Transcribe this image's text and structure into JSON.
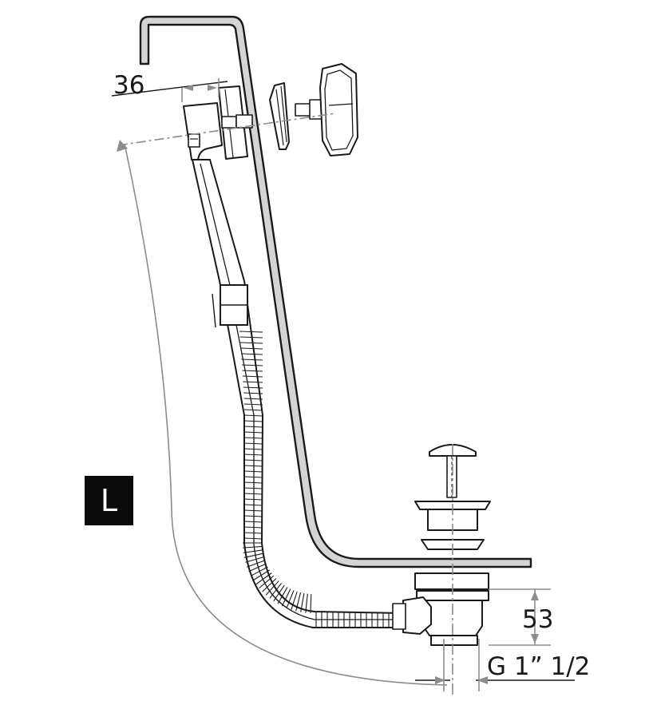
{
  "dimensions": {
    "overflow_offset": "36",
    "drain_height": "53",
    "thread": "G 1” 1/2",
    "length_label": "L"
  },
  "colors": {
    "line": "#1a1a1a",
    "tub_fill": "#d4d4d4",
    "dim_line": "#8c8c8c",
    "badge_bg": "#0b0b0b",
    "badge_text": "#ffffff"
  }
}
